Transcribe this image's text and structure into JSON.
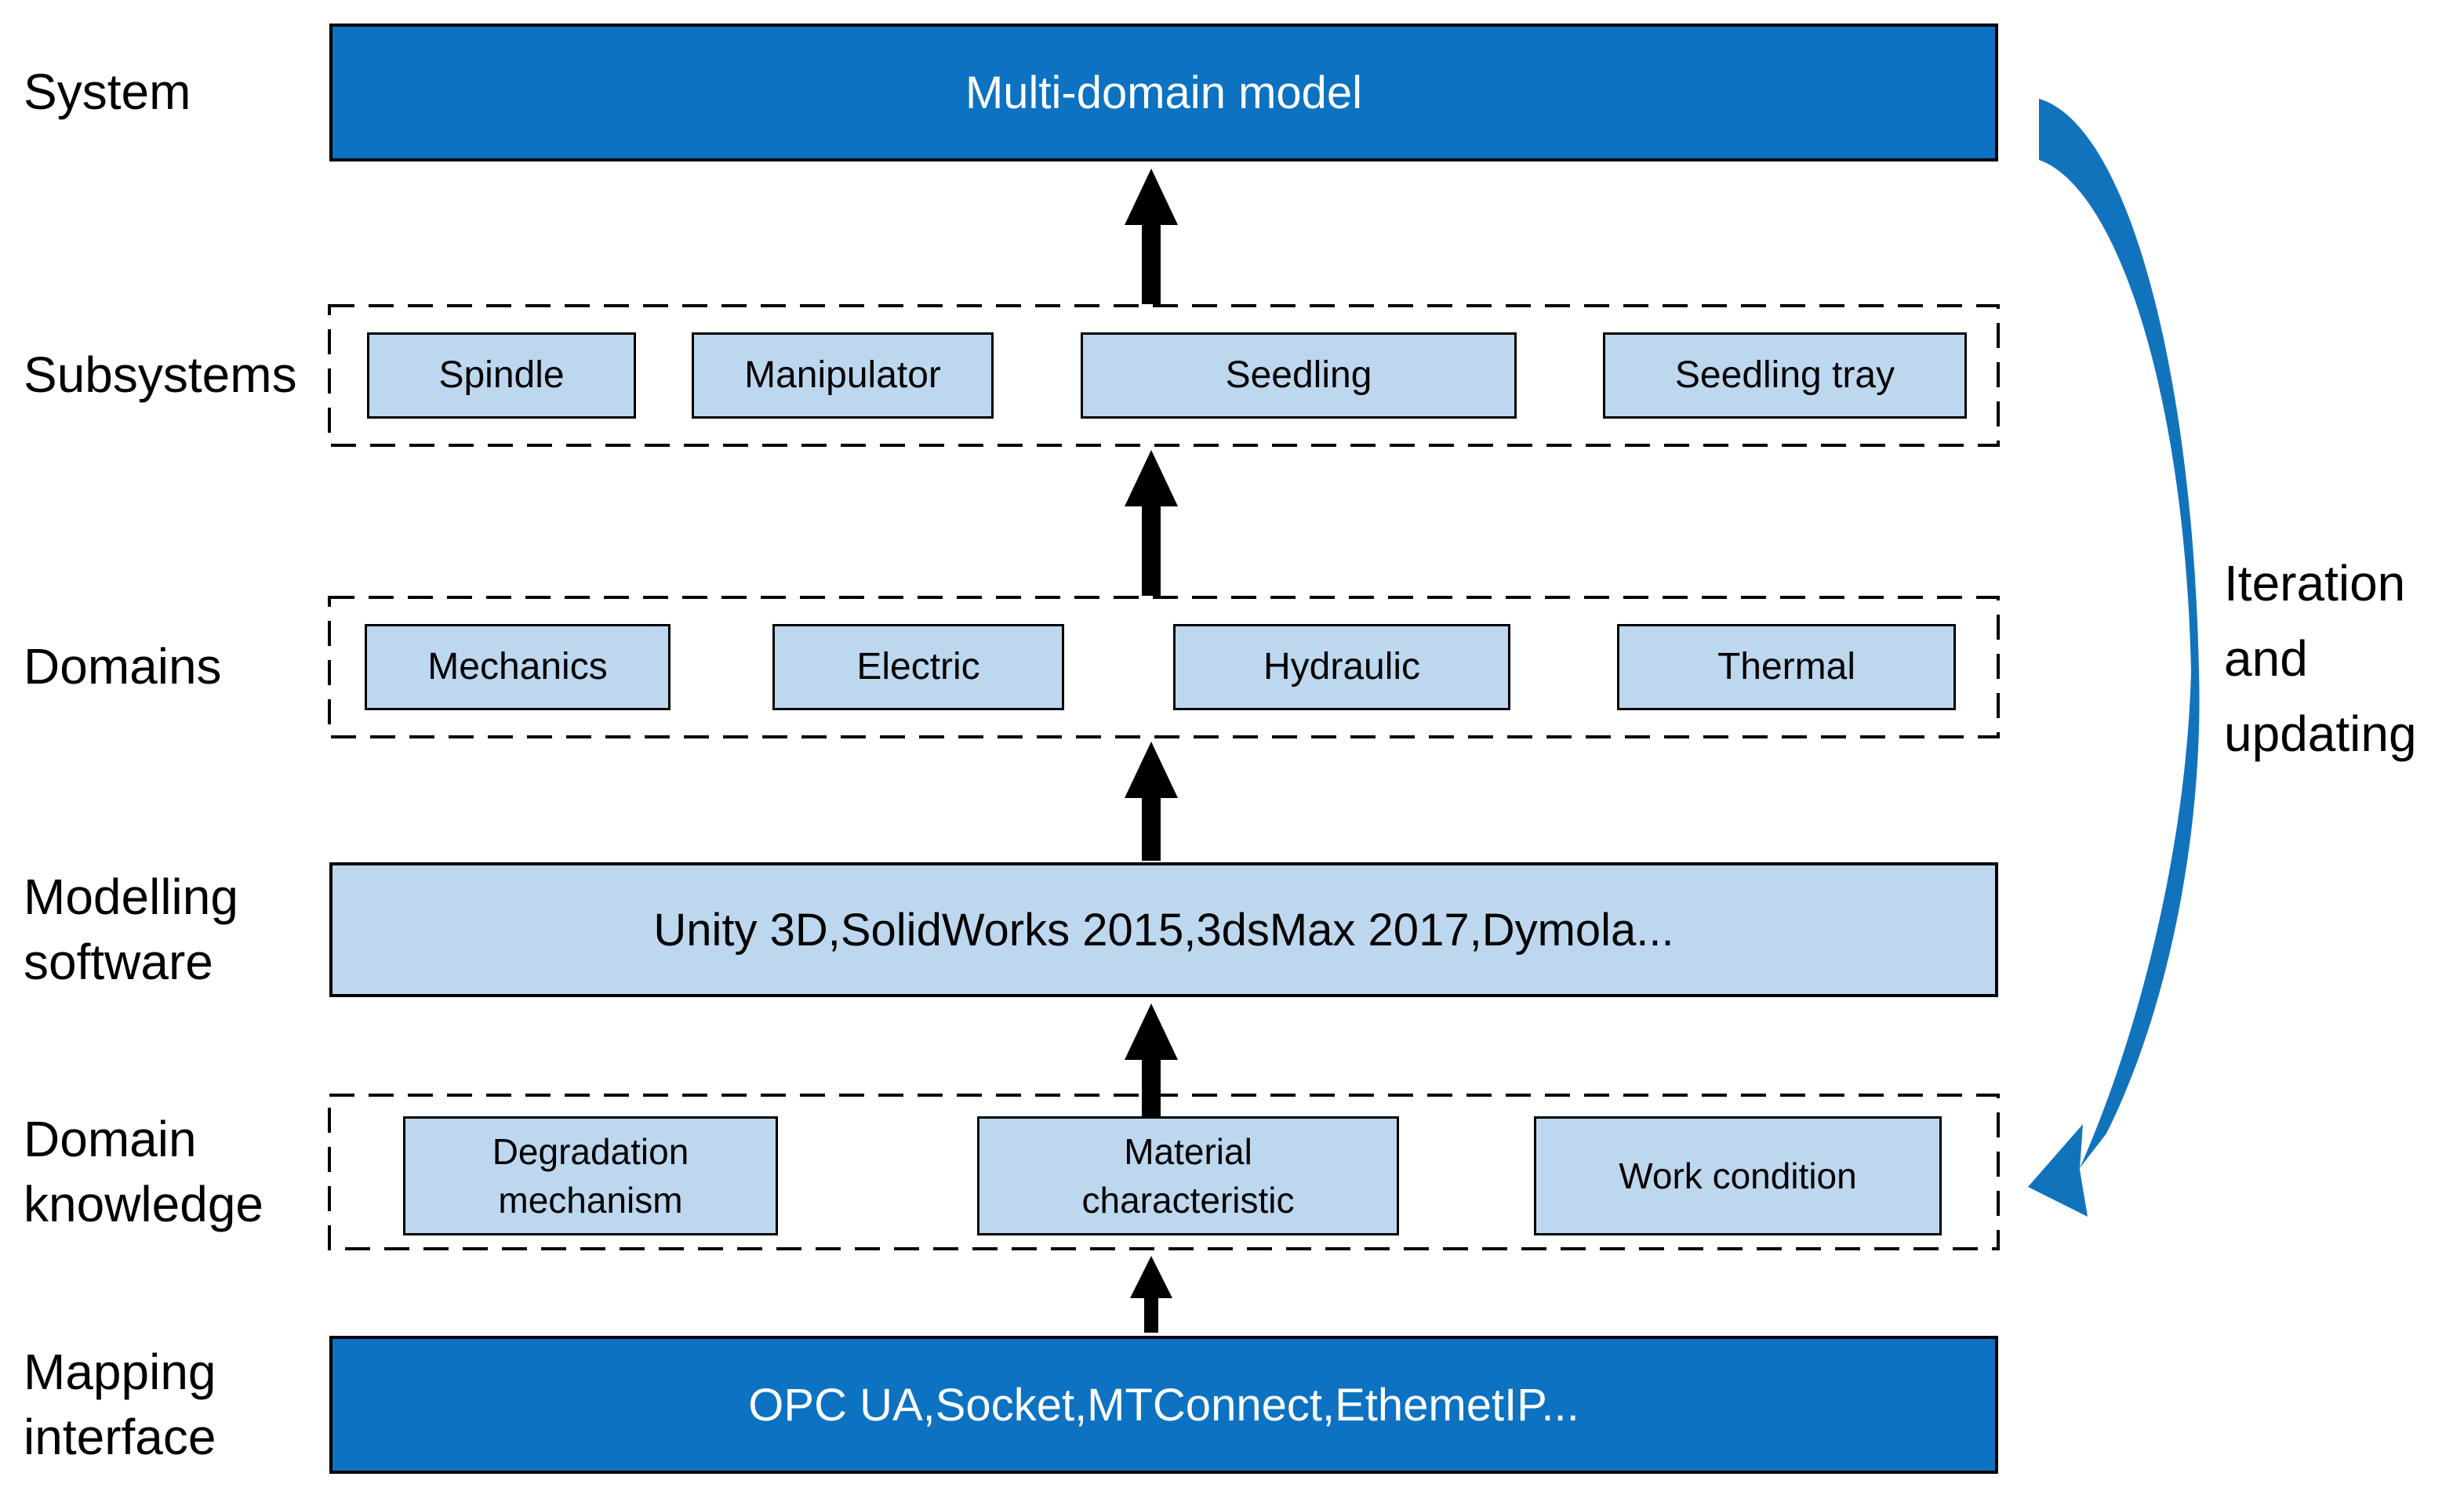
{
  "colors": {
    "dark_blue": "#0c72c1",
    "light_blue": "#bdd7ee",
    "arrow_blue": "#1273bd",
    "outline_black": "#000000",
    "bar_text_white": "#ffffff",
    "text_black": "#000000"
  },
  "rows": {
    "system": {
      "label": "System",
      "bar_text": "Multi-domain model"
    },
    "subsystems": {
      "label": "Subsystems",
      "items": [
        "Spindle",
        "Manipulator",
        "Seedling",
        "Seedling tray"
      ]
    },
    "domains": {
      "label": "Domains",
      "items": [
        "Mechanics",
        "Electric",
        "Hydraulic",
        "Thermal"
      ]
    },
    "modelling_software": {
      "label": "Modelling software",
      "bar_text": "Unity 3D,SolidWorks 2015,3dsMax 2017,Dymola..."
    },
    "domain_knowledge": {
      "label": "Domain knowledge",
      "items": [
        "Degradation mechanism",
        "Material characteristic",
        "Work condition"
      ]
    },
    "mapping_interface": {
      "label": "Mapping interface",
      "bar_text": "OPC UA,Socket,MTConnect,EthemetIP..."
    }
  },
  "annotation": {
    "iteration_label": "Iteration and updating"
  }
}
